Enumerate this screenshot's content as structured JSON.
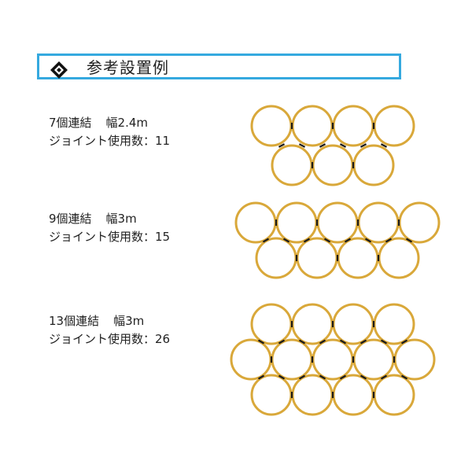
{
  "title": {
    "text": "参考設置例",
    "icon": "four-way-arrow-icon"
  },
  "colors": {
    "frame": "#35a9df",
    "ring": "#d9a83a",
    "joint": "#1a1a1a"
  },
  "examples": [
    {
      "count_label": "7個連結",
      "width_label": "幅2.4m",
      "joint_label": "ジョイント使用数：11",
      "rings": 7,
      "rows": [
        4,
        3
      ],
      "joints": 11
    },
    {
      "count_label": "9個連結",
      "width_label": "幅3m",
      "joint_label": "ジョイント使用数：15",
      "rings": 9,
      "rows": [
        5,
        4
      ],
      "joints": 15
    },
    {
      "count_label": "13個連結",
      "width_label": "幅3m",
      "joint_label": "ジョイント使用数：26",
      "rings": 13,
      "rows": [
        4,
        5,
        4
      ],
      "joints": 26
    }
  ]
}
